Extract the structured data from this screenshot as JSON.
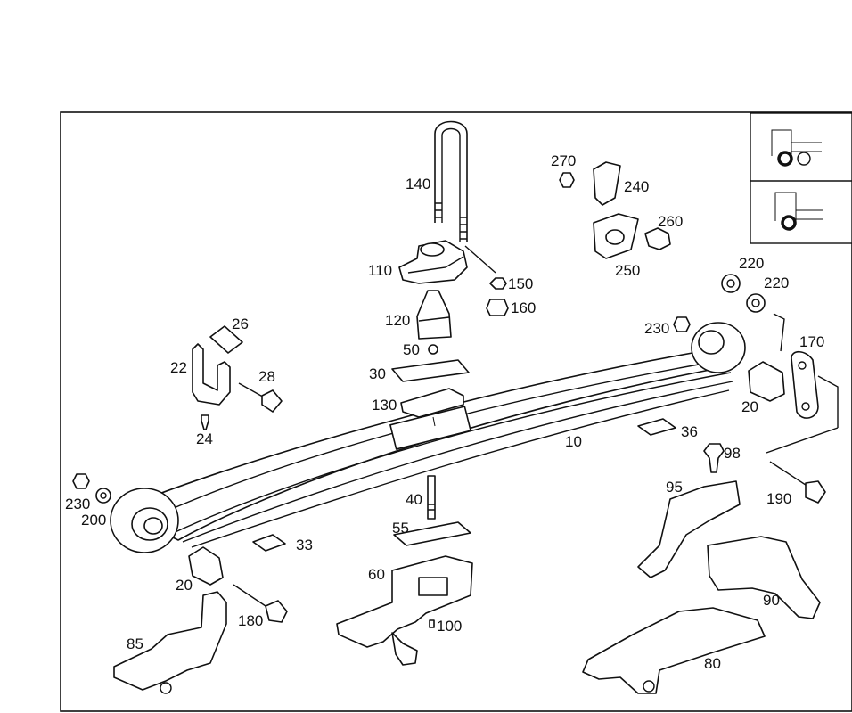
{
  "diagram": {
    "labels": {
      "p10": "10",
      "p20a": "20",
      "p20b": "20",
      "p22": "22",
      "p24": "24",
      "p26": "26",
      "p28": "28",
      "p30": "30",
      "p33": "33",
      "p36": "36",
      "p40": "40",
      "p50": "50",
      "p55": "55",
      "p60": "60",
      "p80": "80",
      "p85": "85",
      "p90": "90",
      "p95": "95",
      "p98": "98",
      "p100": "100",
      "p110": "110",
      "p120": "120",
      "p130": "130",
      "p140": "140",
      "p150": "150",
      "p160": "160",
      "p170": "170",
      "p180": "180",
      "p190": "190",
      "p200": "200",
      "p220a": "220",
      "p220b": "220",
      "p230a": "230",
      "p230b": "230",
      "p240": "240",
      "p250": "250",
      "p260": "260",
      "p270": "270"
    },
    "inset": {
      "views": [
        "truck-front-axle-view",
        "truck-rear-axle-view"
      ]
    }
  }
}
